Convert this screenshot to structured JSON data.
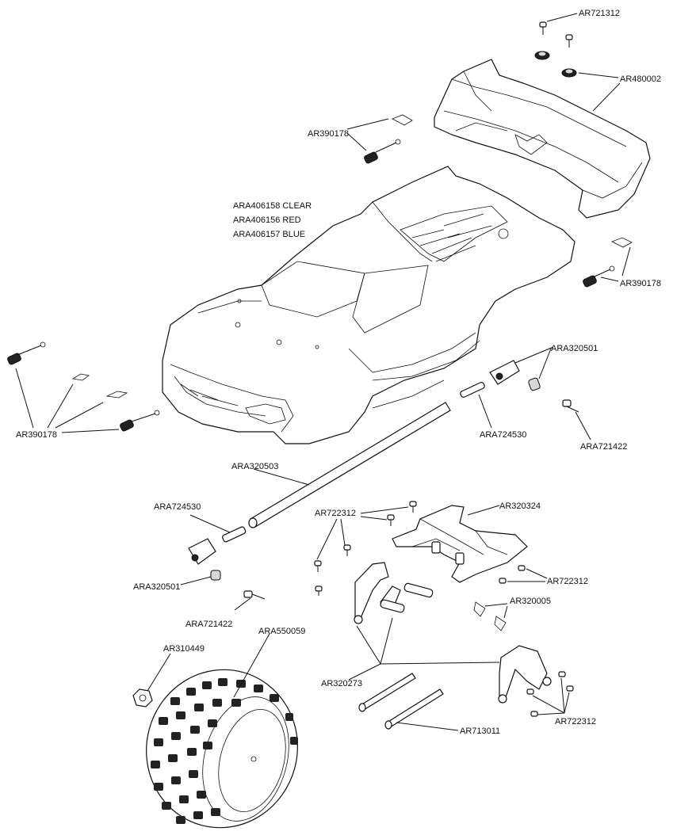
{
  "labels": {
    "ar721312": "AR721312",
    "ar480002": "AR480002",
    "ar390178_top": "AR390178",
    "body_clear": "ARA406158 CLEAR",
    "body_red": "ARA406156 RED",
    "body_blue": "ARA406157 BLUE",
    "ar390178_right": "AR390178",
    "ara320501_right": "ARA320501",
    "ar390178_left": "AR390178",
    "ara724530_right": "ARA724530",
    "ara721422_right": "ARA721422",
    "ara320503": "ARA320503",
    "ara724530_left": "ARA724530",
    "ar722312_top": "AR722312",
    "ar320324": "AR320324",
    "ara320501_left": "ARA320501",
    "ar722312_right": "AR722312",
    "ar320005": "AR320005",
    "ara721422_left": "ARA721422",
    "ara550059": "ARA550059",
    "ar310449": "AR310449",
    "ar320273": "AR320273",
    "ar713011": "AR713011",
    "ar722312_bottom": "AR722312"
  }
}
